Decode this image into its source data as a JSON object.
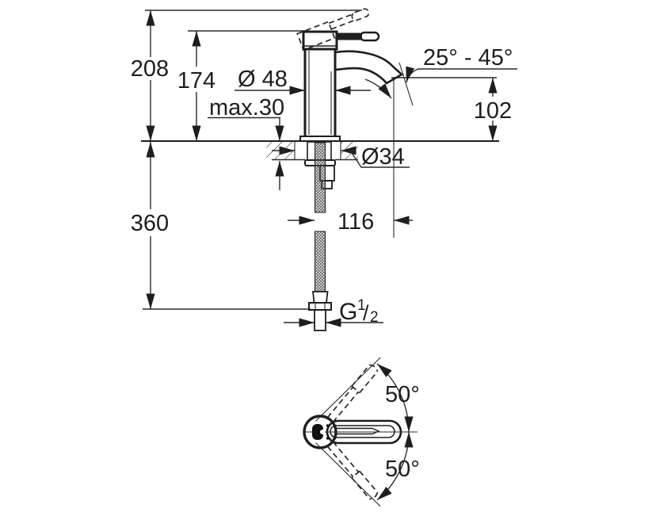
{
  "drawing": {
    "title": "faucet-dimension-drawing",
    "colors": {
      "line": "#222222",
      "background": "#ffffff"
    },
    "front_view": {
      "total_height": "208",
      "body_height": "174",
      "body_diameter": "Ø 48",
      "max_deck_thickness": "max.30",
      "spout_angle_range": "25° - 45°",
      "outlet_height": "102",
      "hole_diameter": "Ø34",
      "spout_projection": "116",
      "hose_length": "360",
      "thread": {
        "letter": "G",
        "numerator": "1",
        "slash": "/",
        "denominator": "2"
      }
    },
    "top_view": {
      "handle_swing_upper": "50°",
      "handle_swing_lower": "50°"
    }
  }
}
